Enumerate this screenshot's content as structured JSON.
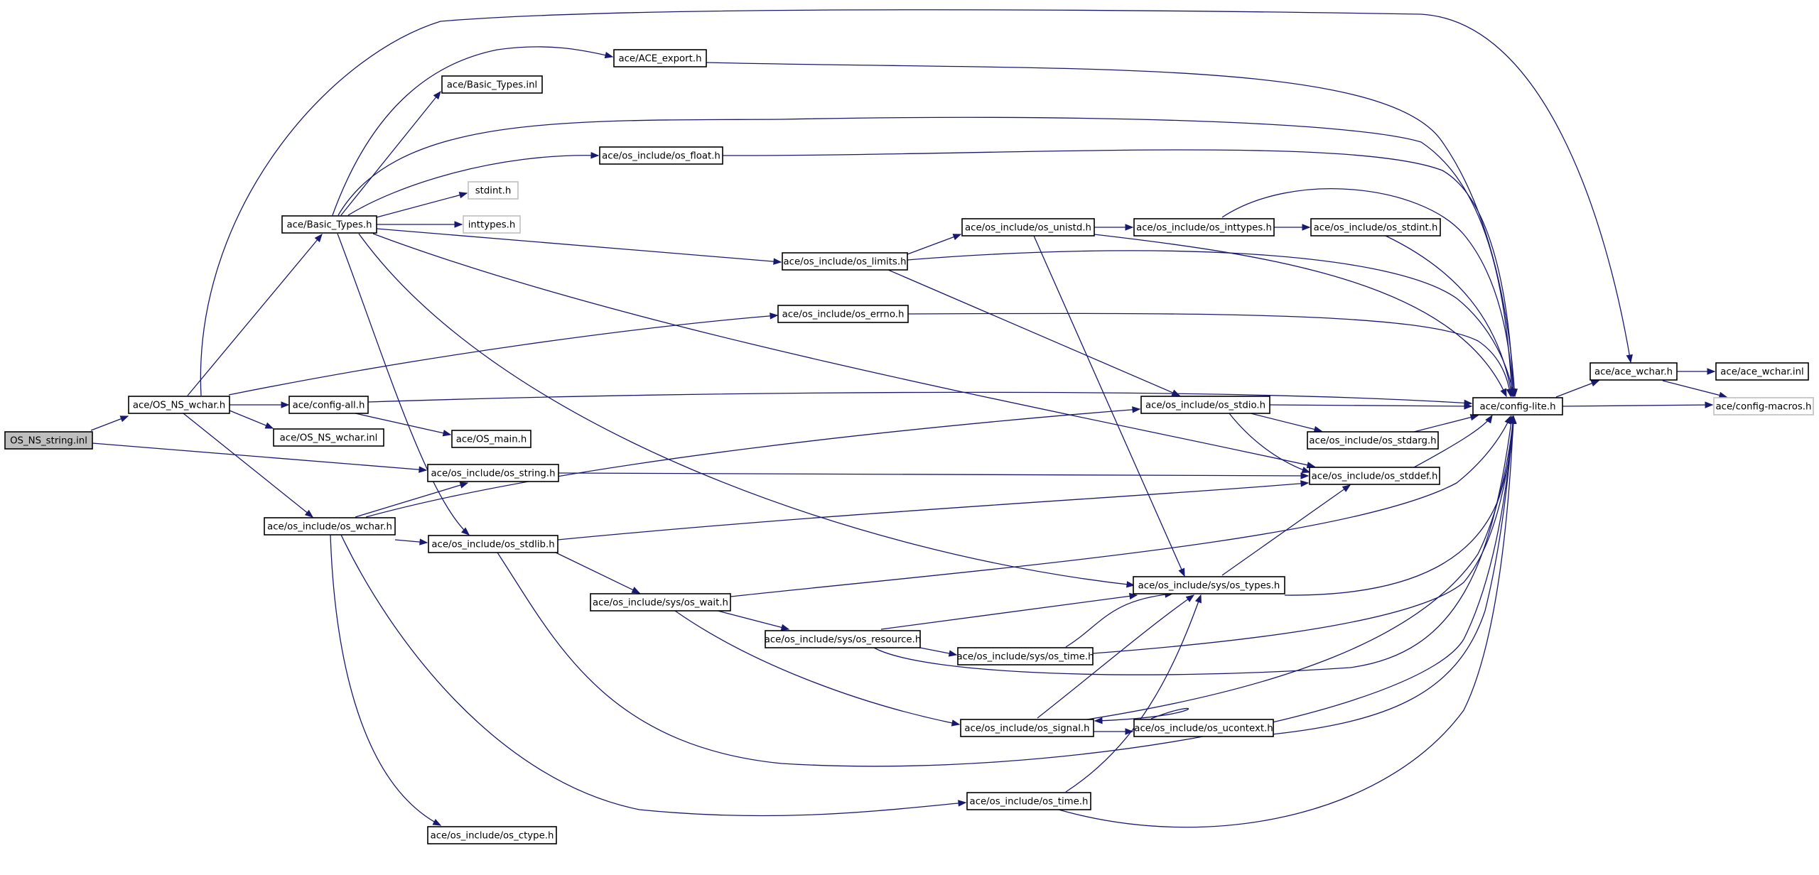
{
  "graph": {
    "nodes": [
      {
        "id": "OS_NS_string_inl",
        "label": "OS_NS_string.inl",
        "kind": "root"
      },
      {
        "id": "OS_NS_wchar_h",
        "label": "ace/OS_NS_wchar.h",
        "kind": "normal"
      },
      {
        "id": "ACE_export_h",
        "label": "ace/ACE_export.h",
        "kind": "normal"
      },
      {
        "id": "Basic_Types_inl",
        "label": "ace/Basic_Types.inl",
        "kind": "normal"
      },
      {
        "id": "os_float_h",
        "label": "ace/os_include/os_float.h",
        "kind": "normal"
      },
      {
        "id": "stdint_h",
        "label": "stdint.h",
        "kind": "external"
      },
      {
        "id": "inttypes_h",
        "label": "inttypes.h",
        "kind": "external"
      },
      {
        "id": "Basic_Types_h",
        "label": "ace/Basic_Types.h",
        "kind": "normal"
      },
      {
        "id": "os_unistd_h",
        "label": "ace/os_include/os_unistd.h",
        "kind": "normal"
      },
      {
        "id": "os_inttypes_h",
        "label": "ace/os_include/os_inttypes.h",
        "kind": "normal"
      },
      {
        "id": "os_stdint_h",
        "label": "ace/os_include/os_stdint.h",
        "kind": "normal"
      },
      {
        "id": "os_limits_h",
        "label": "ace/os_include/os_limits.h",
        "kind": "normal"
      },
      {
        "id": "os_errno_h",
        "label": "ace/os_include/os_errno.h",
        "kind": "normal"
      },
      {
        "id": "ace_wchar_h",
        "label": "ace/ace_wchar.h",
        "kind": "normal"
      },
      {
        "id": "ace_wchar_inl",
        "label": "ace/ace_wchar.inl",
        "kind": "normal"
      },
      {
        "id": "config_all_h",
        "label": "ace/config-all.h",
        "kind": "normal"
      },
      {
        "id": "os_stdio_h",
        "label": "ace/os_include/os_stdio.h",
        "kind": "normal"
      },
      {
        "id": "config_lite_h",
        "label": "ace/config-lite.h",
        "kind": "normal"
      },
      {
        "id": "config_macros_h",
        "label": "ace/config-macros.h",
        "kind": "external"
      },
      {
        "id": "OS_NS_wchar_inl",
        "label": "ace/OS_NS_wchar.inl",
        "kind": "normal"
      },
      {
        "id": "OS_main_h",
        "label": "ace/OS_main.h",
        "kind": "normal"
      },
      {
        "id": "os_stdarg_h",
        "label": "ace/os_include/os_stdarg.h",
        "kind": "normal"
      },
      {
        "id": "os_string_h",
        "label": "ace/os_include/os_string.h",
        "kind": "normal"
      },
      {
        "id": "os_stddef_h",
        "label": "ace/os_include/os_stddef.h",
        "kind": "normal"
      },
      {
        "id": "os_wchar_h",
        "label": "ace/os_include/os_wchar.h",
        "kind": "normal"
      },
      {
        "id": "os_stdlib_h",
        "label": "ace/os_include/os_stdlib.h",
        "kind": "normal"
      },
      {
        "id": "sys_os_types_h",
        "label": "ace/os_include/sys/os_types.h",
        "kind": "normal"
      },
      {
        "id": "sys_os_wait_h",
        "label": "ace/os_include/sys/os_wait.h",
        "kind": "normal"
      },
      {
        "id": "sys_os_resource_h",
        "label": "ace/os_include/sys/os_resource.h",
        "kind": "normal"
      },
      {
        "id": "sys_os_time_h",
        "label": "ace/os_include/sys/os_time.h",
        "kind": "normal"
      },
      {
        "id": "os_signal_h",
        "label": "ace/os_include/os_signal.h",
        "kind": "normal"
      },
      {
        "id": "os_ucontext_h",
        "label": "ace/os_include/os_ucontext.h",
        "kind": "normal"
      },
      {
        "id": "os_time_h",
        "label": "ace/os_include/os_time.h",
        "kind": "normal"
      },
      {
        "id": "os_ctype_h",
        "label": "ace/os_include/os_ctype.h",
        "kind": "normal"
      }
    ],
    "edges": [
      {
        "from": "OS_NS_string_inl",
        "to": "OS_NS_wchar_h"
      },
      {
        "from": "OS_NS_string_inl",
        "to": "os_string_h"
      },
      {
        "from": "OS_NS_wchar_h",
        "to": "ace_wchar_h"
      },
      {
        "from": "OS_NS_wchar_h",
        "to": "Basic_Types_h"
      },
      {
        "from": "OS_NS_wchar_h",
        "to": "os_errno_h"
      },
      {
        "from": "OS_NS_wchar_h",
        "to": "config_all_h"
      },
      {
        "from": "OS_NS_wchar_h",
        "to": "OS_NS_wchar_inl"
      },
      {
        "from": "OS_NS_wchar_h",
        "to": "os_wchar_h"
      },
      {
        "from": "Basic_Types_h",
        "to": "ACE_export_h"
      },
      {
        "from": "Basic_Types_h",
        "to": "Basic_Types_inl"
      },
      {
        "from": "Basic_Types_h",
        "to": "config_lite_h"
      },
      {
        "from": "Basic_Types_h",
        "to": "os_float_h"
      },
      {
        "from": "Basic_Types_h",
        "to": "stdint_h"
      },
      {
        "from": "Basic_Types_h",
        "to": "inttypes_h"
      },
      {
        "from": "Basic_Types_h",
        "to": "os_limits_h"
      },
      {
        "from": "Basic_Types_h",
        "to": "os_stddef_h"
      },
      {
        "from": "Basic_Types_h",
        "to": "sys_os_types_h"
      },
      {
        "from": "Basic_Types_h",
        "to": "os_stdlib_h"
      },
      {
        "from": "ACE_export_h",
        "to": "config_lite_h"
      },
      {
        "from": "os_float_h",
        "to": "config_lite_h"
      },
      {
        "from": "os_limits_h",
        "to": "os_unistd_h"
      },
      {
        "from": "os_limits_h",
        "to": "config_lite_h"
      },
      {
        "from": "os_limits_h",
        "to": "os_stdio_h"
      },
      {
        "from": "os_unistd_h",
        "to": "os_inttypes_h"
      },
      {
        "from": "os_unistd_h",
        "to": "config_lite_h"
      },
      {
        "from": "os_unistd_h",
        "to": "sys_os_types_h"
      },
      {
        "from": "os_inttypes_h",
        "to": "os_stdint_h"
      },
      {
        "from": "os_inttypes_h",
        "to": "config_lite_h"
      },
      {
        "from": "os_stdint_h",
        "to": "config_lite_h"
      },
      {
        "from": "os_errno_h",
        "to": "config_lite_h"
      },
      {
        "from": "config_all_h",
        "to": "config_lite_h"
      },
      {
        "from": "config_all_h",
        "to": "OS_main_h"
      },
      {
        "from": "config_lite_h",
        "to": "ace_wchar_h"
      },
      {
        "from": "config_lite_h",
        "to": "config_macros_h"
      },
      {
        "from": "ace_wchar_h",
        "to": "ace_wchar_inl"
      },
      {
        "from": "ace_wchar_h",
        "to": "config_macros_h"
      },
      {
        "from": "os_stdio_h",
        "to": "config_lite_h"
      },
      {
        "from": "os_stdio_h",
        "to": "os_stdarg_h"
      },
      {
        "from": "os_stdio_h",
        "to": "os_stddef_h"
      },
      {
        "from": "os_stdarg_h",
        "to": "config_lite_h"
      },
      {
        "from": "os_string_h",
        "to": "os_stddef_h"
      },
      {
        "from": "os_stddef_h",
        "to": "config_lite_h"
      },
      {
        "from": "os_wchar_h",
        "to": "os_string_h"
      },
      {
        "from": "os_wchar_h",
        "to": "os_stdio_h"
      },
      {
        "from": "os_wchar_h",
        "to": "os_stdlib_h"
      },
      {
        "from": "os_wchar_h",
        "to": "os_ctype_h"
      },
      {
        "from": "os_wchar_h",
        "to": "os_time_h"
      },
      {
        "from": "os_stdlib_h",
        "to": "os_stddef_h"
      },
      {
        "from": "os_stdlib_h",
        "to": "sys_os_wait_h"
      },
      {
        "from": "os_stdlib_h",
        "to": "config_lite_h"
      },
      {
        "from": "sys_os_wait_h",
        "to": "config_lite_h"
      },
      {
        "from": "sys_os_wait_h",
        "to": "sys_os_resource_h"
      },
      {
        "from": "sys_os_wait_h",
        "to": "os_signal_h"
      },
      {
        "from": "sys_os_resource_h",
        "to": "sys_os_types_h"
      },
      {
        "from": "sys_os_resource_h",
        "to": "sys_os_time_h"
      },
      {
        "from": "sys_os_resource_h",
        "to": "config_lite_h"
      },
      {
        "from": "sys_os_time_h",
        "to": "sys_os_types_h"
      },
      {
        "from": "sys_os_time_h",
        "to": "config_lite_h"
      },
      {
        "from": "sys_os_types_h",
        "to": "os_stddef_h"
      },
      {
        "from": "sys_os_types_h",
        "to": "config_lite_h"
      },
      {
        "from": "os_signal_h",
        "to": "sys_os_types_h"
      },
      {
        "from": "os_signal_h",
        "to": "os_ucontext_h"
      },
      {
        "from": "os_signal_h",
        "to": "config_lite_h"
      },
      {
        "from": "os_ucontext_h",
        "to": "os_signal_h"
      },
      {
        "from": "os_ucontext_h",
        "to": "config_lite_h"
      },
      {
        "from": "os_time_h",
        "to": "sys_os_types_h"
      },
      {
        "from": "os_time_h",
        "to": "config_lite_h"
      }
    ]
  }
}
